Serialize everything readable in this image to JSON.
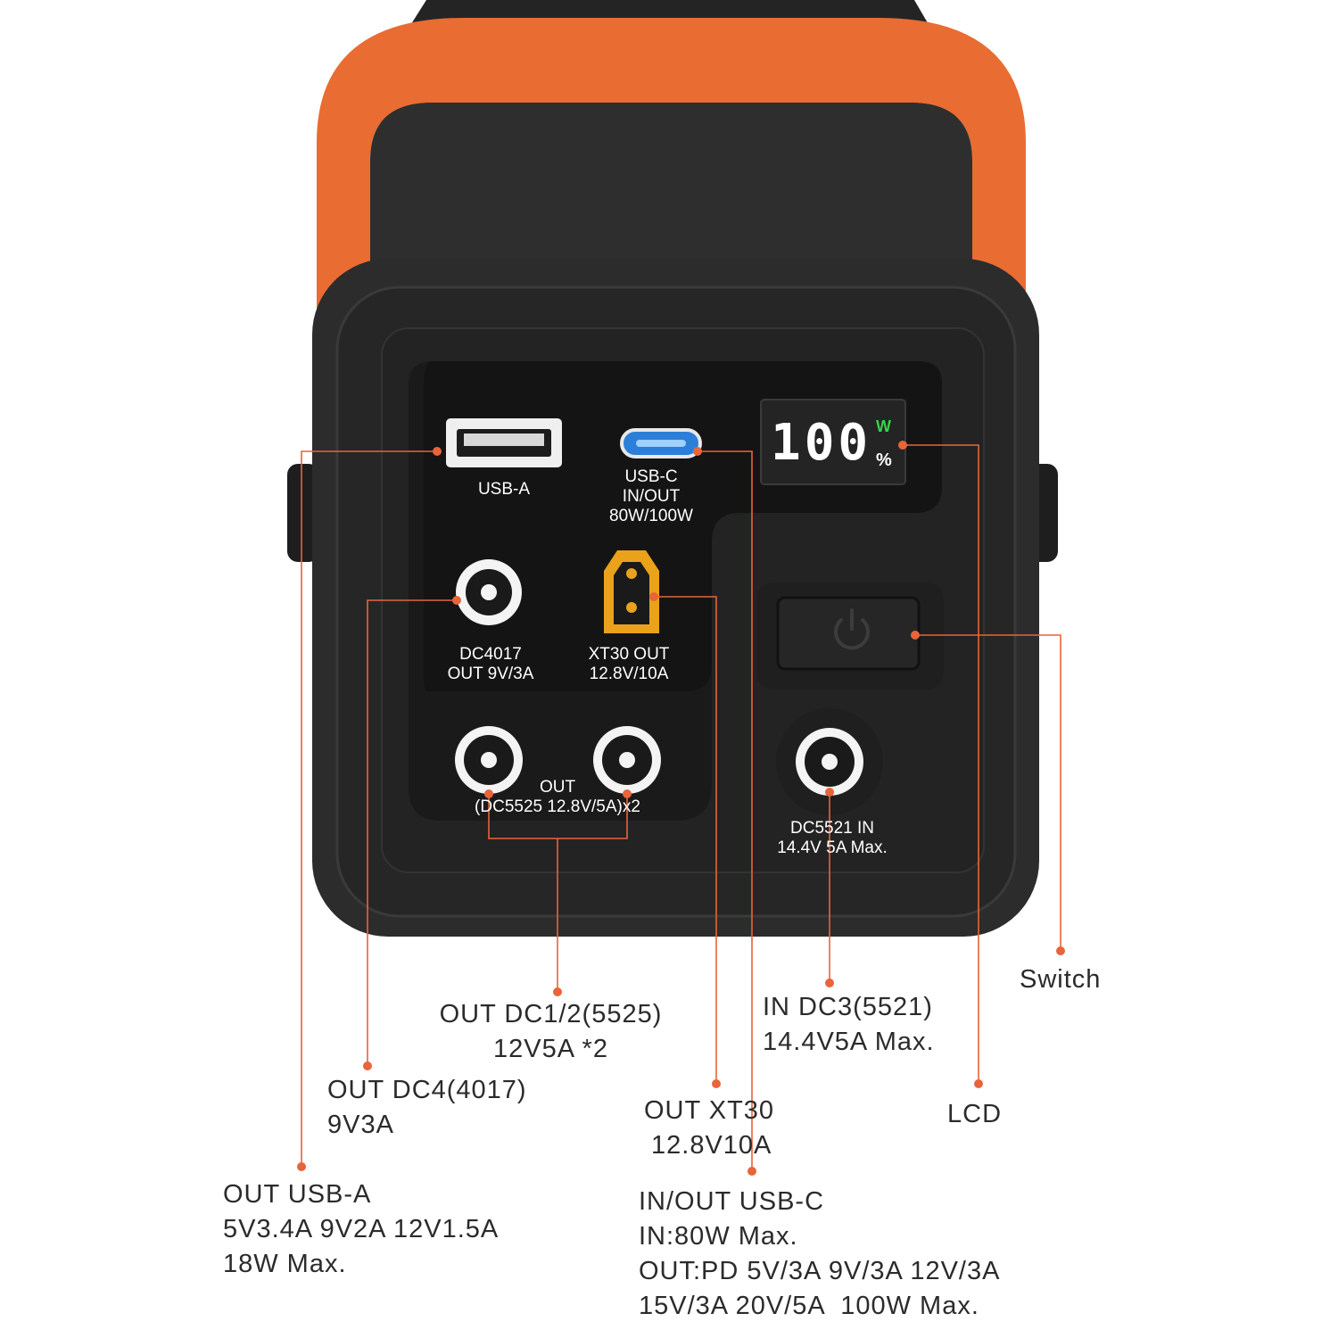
{
  "colors": {
    "handle": "#e96c32",
    "body": "#2a2a2a",
    "panel": "#1c1c1c",
    "callout_line": "#e8643a",
    "lcd_w": "#37d24a",
    "usb_c_port": "#2c7fd8",
    "xt30_port": "#e9a21a"
  },
  "device": {
    "lcd_value": "100",
    "lcd_unit_w": "W",
    "lcd_unit_pct": "%"
  },
  "ports": {
    "usb_a": "USB-A",
    "usb_c": [
      "USB-C",
      "IN/OUT",
      "80W/100W"
    ],
    "dc4017": [
      "DC4017",
      "OUT 9V/3A"
    ],
    "xt30": [
      "XT30 OUT",
      "12.8V/10A"
    ],
    "dc5525": [
      "OUT",
      "(DC5525 12.8V/5A)x2"
    ],
    "dc5521": [
      "DC5521 IN",
      "14.4V 5A Max."
    ]
  },
  "callouts": {
    "switch": [
      "Switch"
    ],
    "in_dc3": [
      "IN DC3(5521)",
      "14.4V5A Max."
    ],
    "out_dc12": [
      "OUT DC1/2(5525)",
      "12V5A *2"
    ],
    "out_dc4": [
      "OUT DC4(4017)",
      "9V3A"
    ],
    "lcd": [
      "LCD"
    ],
    "out_xt30": [
      "OUT XT30",
      "12.8V10A"
    ],
    "out_usb_a": [
      "OUT USB-A",
      "5V3.4A 9V2A 12V1.5A",
      "18W Max."
    ],
    "inout_usb_c": [
      "IN/OUT USB-C",
      "IN:80W Max.",
      "OUT:PD 5V/3A 9V/3A 12V/3A",
      "15V/3A 20V/5A  100W Max."
    ]
  }
}
